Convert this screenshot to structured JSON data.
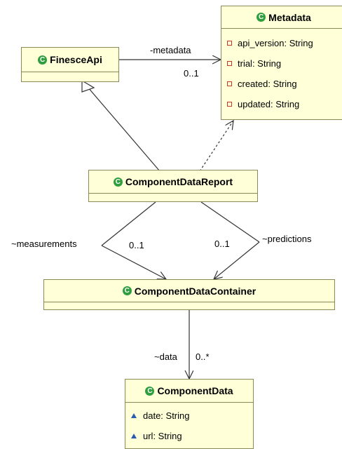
{
  "classes": {
    "metadata": {
      "name": "Metadata",
      "attributes": [
        {
          "visibility": "private",
          "text": "api_version: String"
        },
        {
          "visibility": "private",
          "text": "trial: String"
        },
        {
          "visibility": "private",
          "text": "created: String"
        },
        {
          "visibility": "private",
          "text": "updated: String"
        }
      ]
    },
    "finesce_api": {
      "name": "FinesceApi"
    },
    "component_data_report": {
      "name": "ComponentDataReport"
    },
    "component_data_container": {
      "name": "ComponentDataContainer"
    },
    "component_data": {
      "name": "ComponentData",
      "attributes": [
        {
          "visibility": "package",
          "text": "date: String"
        },
        {
          "visibility": "package",
          "text": "url: String"
        }
      ]
    }
  },
  "class_icon_glyph": "C",
  "relations": {
    "metadata_role": "-metadata",
    "metadata_multiplicity": "0..1",
    "measurements_role": "~measurements",
    "measurements_multiplicity": "0..1",
    "predictions_role": "~predictions",
    "predictions_multiplicity": "0..1",
    "data_role": "~data",
    "data_multiplicity": "0..*"
  },
  "colors": {
    "class_fill": "#ffffd8",
    "class_border": "#8a8a58",
    "class_icon": "#2f9e3e",
    "private_marker": "#c0392b",
    "package_marker": "#2a5db0"
  },
  "icons": {
    "class": "class-icon",
    "private": "private-field-icon",
    "package": "package-field-icon"
  }
}
